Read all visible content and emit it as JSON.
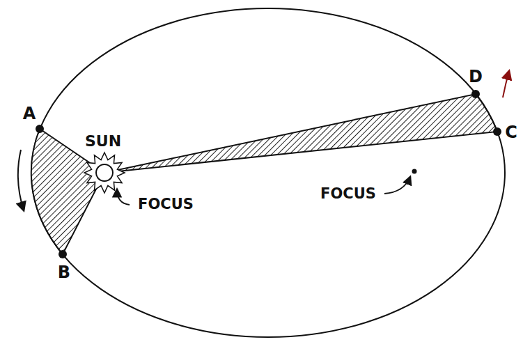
{
  "diagram": {
    "labels": [
      "A",
      "SUN",
      "D",
      "C",
      "FOCUS",
      "FOCUS",
      "B"
    ]
  }
}
